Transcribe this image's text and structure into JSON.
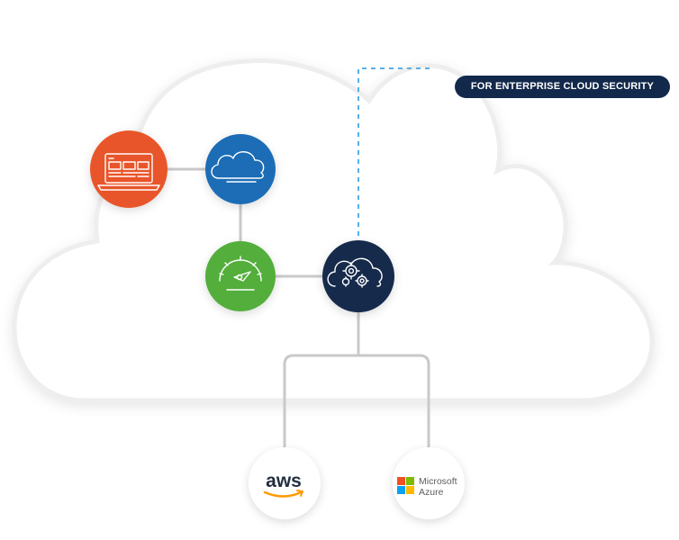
{
  "badge": {
    "label": "FOR ENTERPRISE CLOUD SECURITY"
  },
  "colors": {
    "orange": "#e9552a",
    "blue": "#1f6db6",
    "green": "#52ae3a",
    "navy": "#13294b",
    "connector": "#c9c9c9",
    "dashed": "#5aaee6"
  },
  "nodes": [
    {
      "id": "laptop",
      "icon": "laptop-icon",
      "color": "#e9552a"
    },
    {
      "id": "cloud",
      "icon": "cloud-icon",
      "color": "#1f6db6"
    },
    {
      "id": "speed",
      "icon": "speedometer-icon",
      "color": "#52ae3a"
    },
    {
      "id": "gears",
      "icon": "cloud-gears-icon",
      "color": "#13294b"
    }
  ],
  "providers": {
    "aws": {
      "label": "aws",
      "icon": "aws-logo"
    },
    "azure": {
      "line1": "Microsoft",
      "line2": "Azure",
      "icon": "microsoft-logo"
    }
  }
}
